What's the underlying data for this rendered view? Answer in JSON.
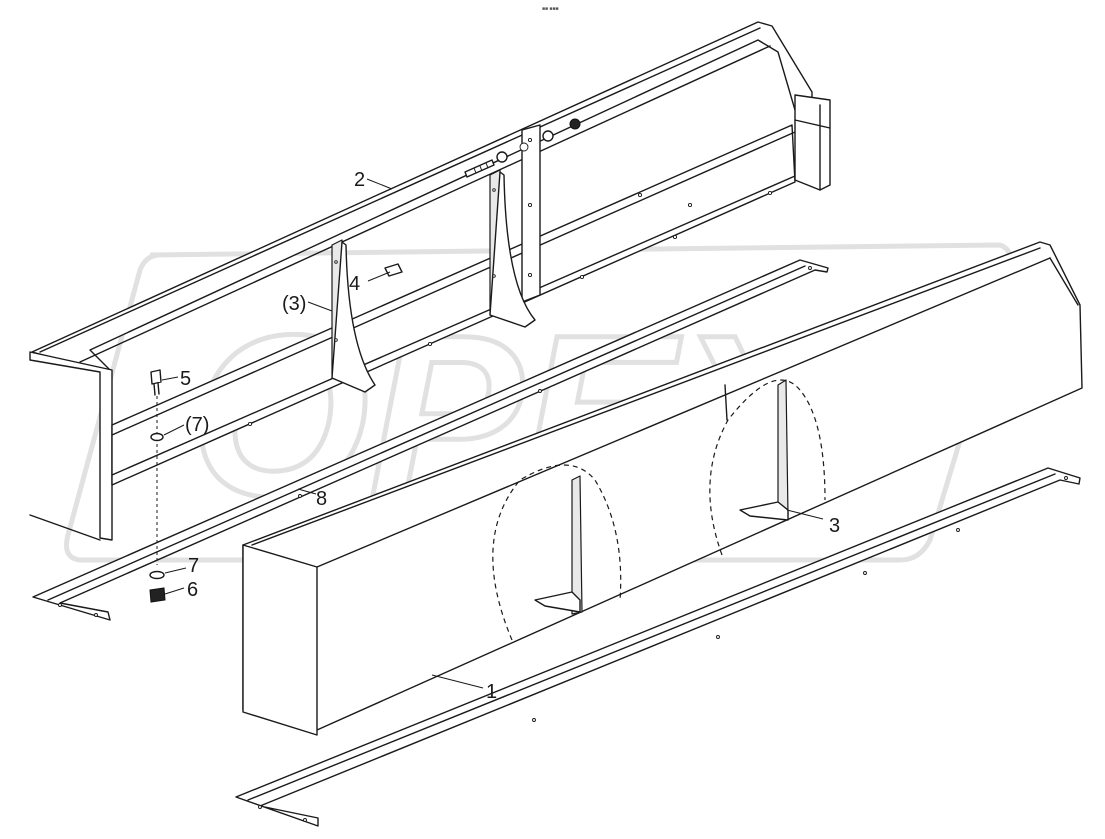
{
  "header": {
    "tiny_text": "■■ ■■■"
  },
  "watermark": {
    "text": "OPEX"
  },
  "callouts": [
    {
      "id": "c1",
      "label": "1"
    },
    {
      "id": "c2",
      "label": "2"
    },
    {
      "id": "c3",
      "label": "3"
    },
    {
      "id": "c3p",
      "label": "(3)"
    },
    {
      "id": "c4",
      "label": "4"
    },
    {
      "id": "c5",
      "label": "5"
    },
    {
      "id": "c6",
      "label": "6"
    },
    {
      "id": "c7",
      "label": "7"
    },
    {
      "id": "c7p",
      "label": "(7)"
    },
    {
      "id": "c8",
      "label": "8"
    }
  ]
}
